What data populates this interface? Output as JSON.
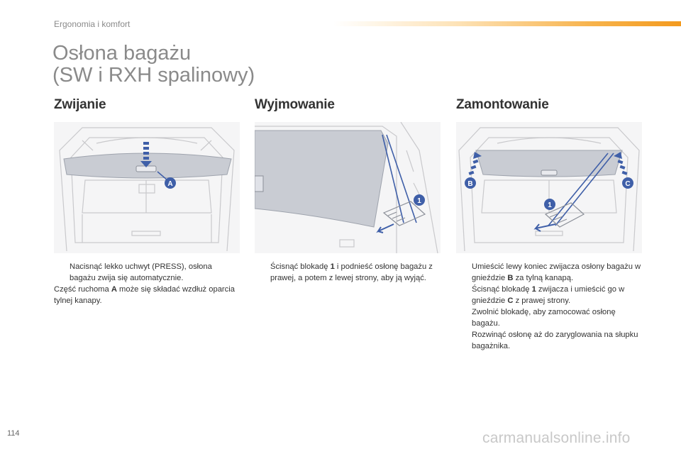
{
  "header": {
    "section": "Ergonomia i komfort"
  },
  "title": {
    "line1": "Osłona bagażu",
    "line2": "(SW i RXH spalinowy)"
  },
  "columns": [
    {
      "heading": "Zwijanie",
      "figure_label": "A",
      "items": [
        {
          "type": "bullet",
          "marker": "",
          "parts": [
            {
              "t": "Nacisnąć lekko uchwyt (PRESS), osłona bagażu zwija się automatycznie."
            }
          ]
        },
        {
          "type": "plain",
          "parts": [
            {
              "t": "Część ruchoma "
            },
            {
              "t": "A",
              "b": true
            },
            {
              "t": " może się składać wzdłuż oparcia tylnej kanapy."
            }
          ]
        }
      ]
    },
    {
      "heading": "Wyjmowanie",
      "figure_label": "1",
      "items": [
        {
          "type": "bullet",
          "marker": "",
          "parts": [
            {
              "t": "Ścisnąć blokadę "
            },
            {
              "t": "1",
              "b": true
            },
            {
              "t": " i podnieść osłonę bagażu z prawej, a potem z lewej strony, aby ją wyjąć."
            }
          ]
        }
      ]
    },
    {
      "heading": "Zamontowanie",
      "figure_labels": [
        "B",
        "C",
        "1"
      ],
      "items": [
        {
          "type": "bullet",
          "marker": "",
          "parts": [
            {
              "t": "Umieścić lewy koniec zwijacza osłony bagażu w gnieździe "
            },
            {
              "t": "B",
              "b": true
            },
            {
              "t": " za tylną kanapą."
            }
          ]
        },
        {
          "type": "bullet",
          "marker": "",
          "parts": [
            {
              "t": "Ścisnąć blokadę "
            },
            {
              "t": "1",
              "b": true
            },
            {
              "t": " zwijacza i umieścić go w gnieździe "
            },
            {
              "t": "C",
              "b": true
            },
            {
              "t": " z prawej strony."
            }
          ]
        },
        {
          "type": "bullet",
          "marker": "",
          "parts": [
            {
              "t": "Zwolnić blokadę, aby zamocować osłonę bagażu."
            }
          ]
        },
        {
          "type": "bullet",
          "marker": "",
          "parts": [
            {
              "t": "Rozwinąć osłonę aż do zaryglowania na słupku bagażnika."
            }
          ]
        }
      ]
    }
  ],
  "page_number": "114",
  "watermark": "carmanualsonline.info",
  "colors": {
    "accent": "#f39a1e",
    "cover": "#c9ccd3",
    "callout": "#3f5fa8"
  }
}
